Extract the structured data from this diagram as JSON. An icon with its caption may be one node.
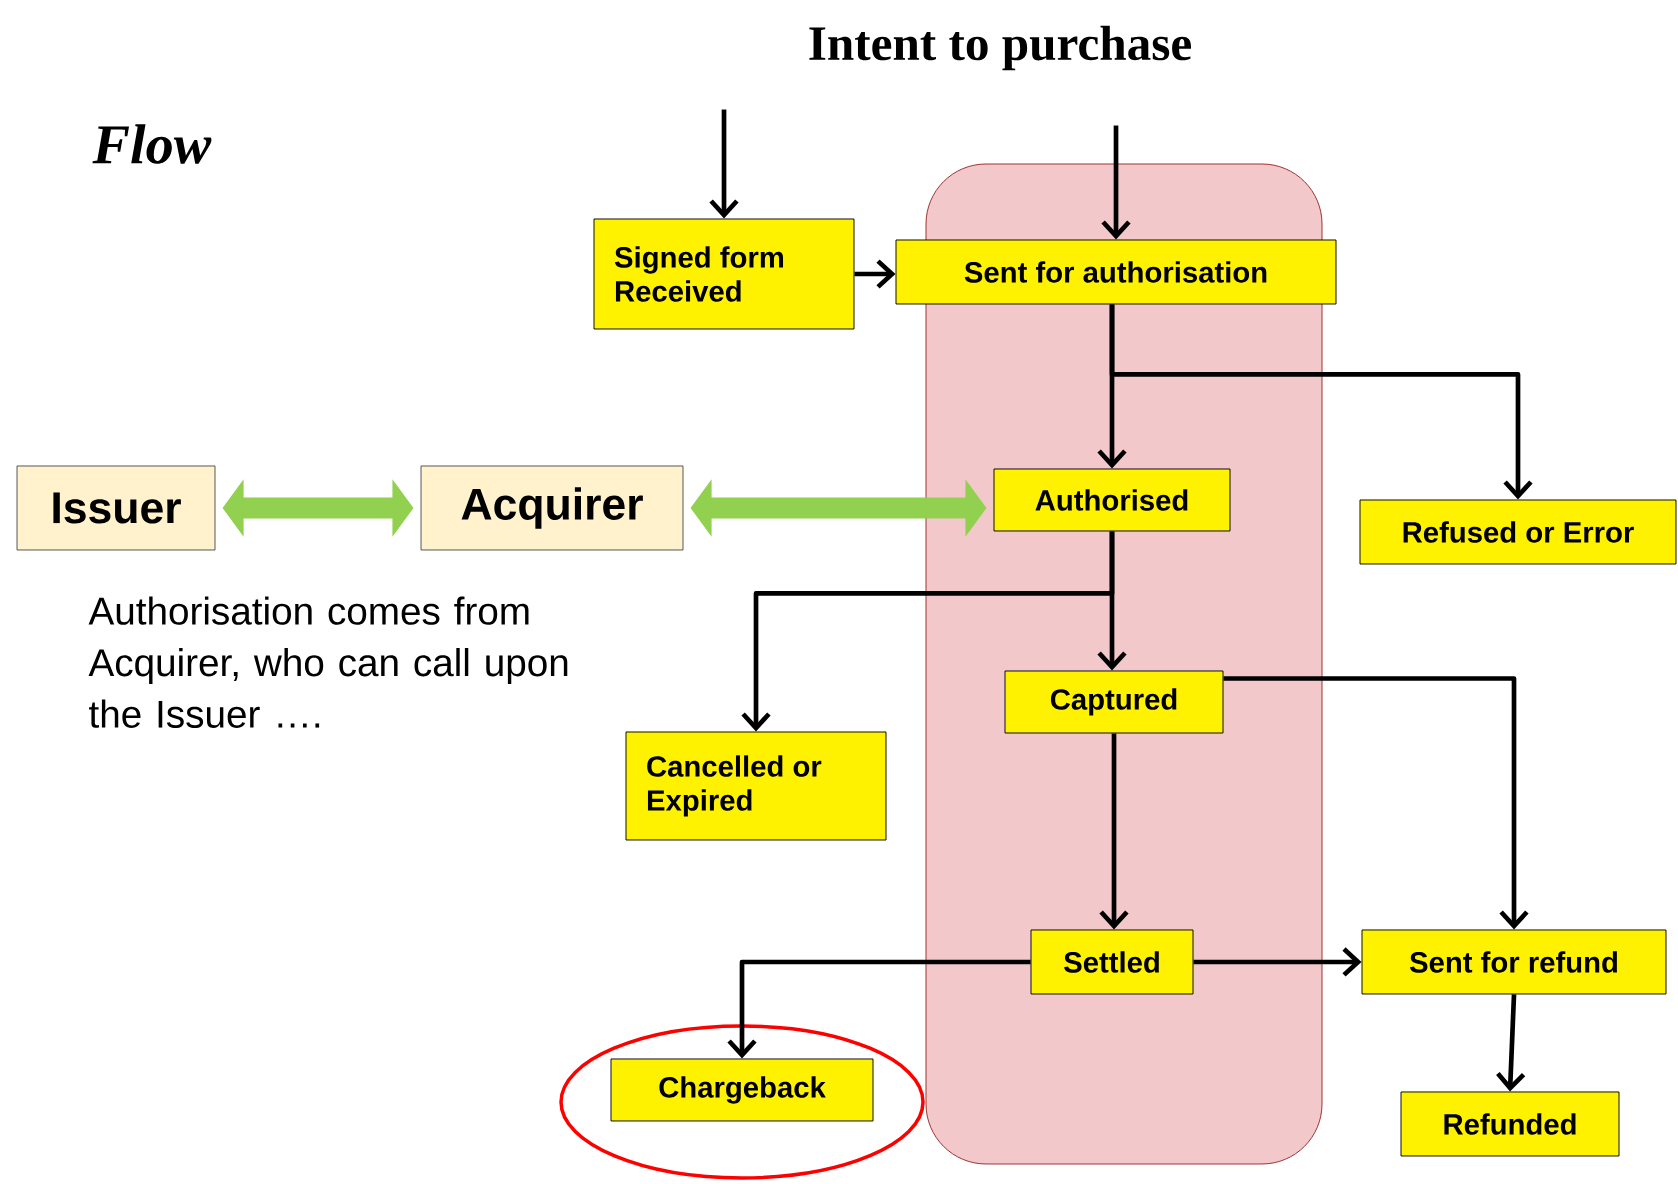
{
  "diagram": {
    "title": "Intent to purchase",
    "nodes": [
      {
        "text": [],
        "shape": "box"
      },
      {
        "text": [
          "Signed form Received"
        ]
      },
      {
        "text": [
          "Sent for authorisation"
        ]
      },
      {
        "text": [
          "Issuer"
        ]
      },
      {
        "text": [
          "Acquirer"
        ]
      },
      {
        "text": [
          "Authorised"
        ],
        "in": 0
      },
      {
        "text": [
          "Refused or Error"
        ]
      },
      {
        "text": [
          "Captured"
        ],
        "in": 0
      },
      {
        "text": [
          "Cancelled or Expired"
        ]
      },
      {
        "text": [
          "Settled"
        ],
        "in": 0
      },
      {
        "text": [
          "Sent for refund"
        ]
      },
      {
        "text": [],
        "shape": "circle"
      },
      {
        "text": [
          "Chargeback"
        ],
        "in": 11
      },
      {
        "text": [
          "Refunded"
        ]
      }
    ],
    "edges": [
      {
        "from": null,
        "to": 1,
        "arrow": "to"
      },
      {
        "from": null,
        "to": 2,
        "arrow": "to"
      },
      {
        "from": 1,
        "to": 2,
        "arrow": "to"
      },
      {
        "from": 2,
        "to": 5,
        "arrow": "to"
      },
      {
        "from": 2,
        "to": 6,
        "arrow": "to"
      },
      {
        "from": 3,
        "to": 4,
        "arrow": "both",
        "style": "thick",
        "color": "#92d050"
      },
      {
        "from": 4,
        "to": 5,
        "arrow": "both",
        "style": "thick",
        "color": "#92d050"
      },
      {
        "from": 5,
        "to": 7,
        "arrow": "to"
      },
      {
        "from": 5,
        "to": 8,
        "arrow": "to"
      },
      {
        "from": 7,
        "to": 9,
        "arrow": "to"
      },
      {
        "from": 7,
        "to": 10,
        "arrow": "to"
      },
      {
        "from": 9,
        "to": 10,
        "arrow": "to"
      },
      {
        "from": 9,
        "to": 12,
        "arrow": "to"
      },
      {
        "from": 10,
        "to": 13,
        "arrow": "to"
      }
    ],
    "labels": [
      "Flow",
      "Authorisation comes from Acquirer, who can call upon the Issuer …."
    ]
  }
}
